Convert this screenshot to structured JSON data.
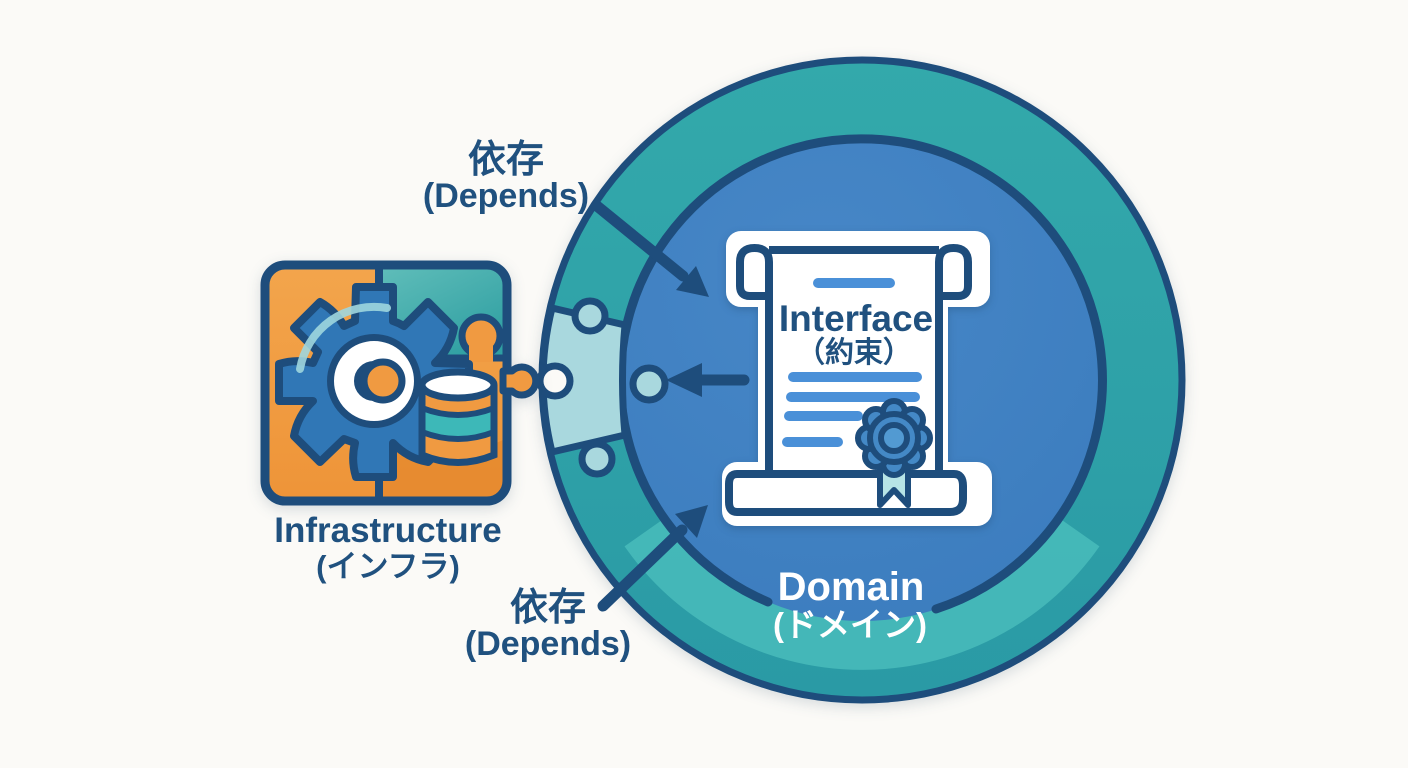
{
  "diagram_title": "Dependency inversion: Infrastructure depends on Domain interface",
  "labels": {
    "depends_top": {
      "jp": "依存",
      "en": "(Depends)"
    },
    "depends_bottom": {
      "jp": "依存",
      "en": "(Depends)"
    },
    "infrastructure": {
      "en": "Infrastructure",
      "jp": "(インフラ)"
    },
    "interface": {
      "en": "Interface",
      "jp": "（約束）"
    },
    "domain": {
      "en": "Domain",
      "jp": "(ドメイン)"
    }
  },
  "icons": {
    "left_block": "gear-database-puzzle-icon",
    "ring_connector": "puzzle-socket-icon",
    "block_tab": "puzzle-tab-icon",
    "document": "scroll-certificate-icon",
    "seal": "rosette-ribbon-icon",
    "arrows": [
      "depends-arrow-top",
      "depends-arrow-middle",
      "depends-arrow-bottom"
    ]
  },
  "colors": {
    "background": "#fbfaf7",
    "navy_outline": "#1e4d7c",
    "text_navy": "#20517f",
    "ring_teal": "#2da3a8",
    "ring_teal_light": "#49bcbb",
    "inner_blue": "#3c80c1",
    "orange": "#f09a41",
    "gear_blue": "#3077b6",
    "light_teal_piece": "#a9d8de",
    "detail_line_blue": "#4a90d8",
    "seal_blue": "#4489c6",
    "ribbon_teal": "#b7e4e6",
    "text_white": "#ffffff"
  }
}
